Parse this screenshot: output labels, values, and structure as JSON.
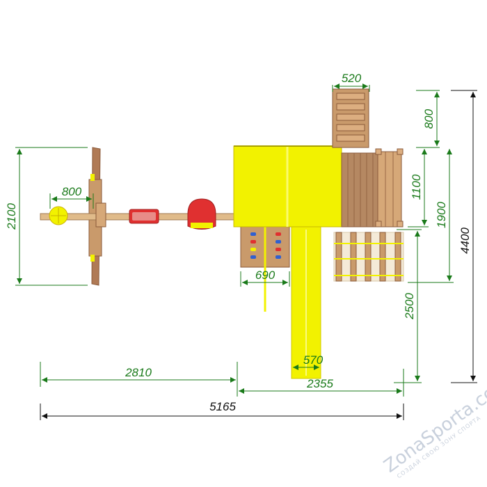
{
  "dimensions": {
    "top_ladder_width": "520",
    "ladder_depth": "800",
    "deck_height": "1100",
    "swing_seat_spacing": "800",
    "swing_frame_width": "2100",
    "climbing_wall_width": "690",
    "slide_width": "570",
    "right_depth_lower": "1900",
    "right_depth_total": "4400",
    "slide_length": "2500",
    "left_span": "2810",
    "right_span": "2355",
    "total_width": "5165"
  },
  "watermark": {
    "brand": "ZonaSporta.com",
    "tagline": "СОЗДАЙ СВОЮ ЗОНУ СПОРТА"
  },
  "colors": {
    "dimension_green": "#1a7a1a",
    "total_dimension": "#111111",
    "roof_yellow": "#f2f200",
    "wood": "#c99a6b",
    "seat_red": "#e03030",
    "watermark": "#c8d0dc"
  }
}
